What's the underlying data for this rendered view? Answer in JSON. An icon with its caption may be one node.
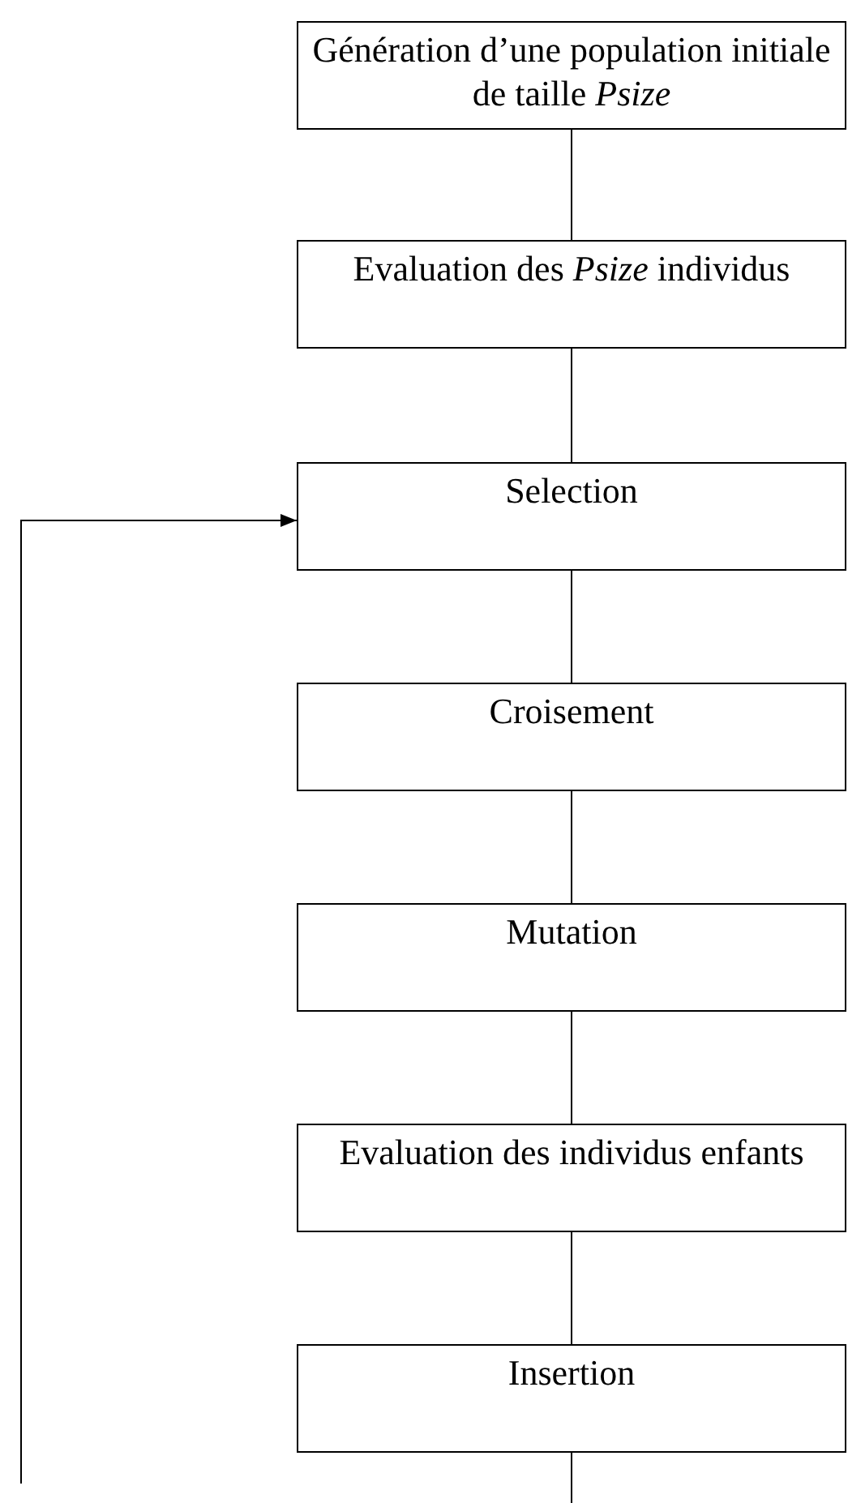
{
  "diagram": {
    "nodes": [
      {
        "text": [
          "Génération d’une population initiale de taille *Psize*"
        ]
      },
      {
        "text": [
          "Evaluation des *Psize* individus"
        ]
      },
      {
        "text": [
          "Selection"
        ]
      },
      {
        "text": [
          "Croisement"
        ]
      },
      {
        "text": [
          "Mutation"
        ]
      },
      {
        "text": [
          "Evaluation des individus enfants"
        ]
      },
      {
        "text": [
          "Insertion"
        ]
      }
    ],
    "edges": [
      {
        "from": 0,
        "to": 1,
        "arrow": "none"
      },
      {
        "from": 1,
        "to": 2,
        "arrow": "none"
      },
      {
        "from": 2,
        "to": 3,
        "arrow": "none"
      },
      {
        "from": 3,
        "to": 4,
        "arrow": "none"
      },
      {
        "from": 4,
        "to": 5,
        "arrow": "none"
      },
      {
        "from": 5,
        "to": 6,
        "arrow": "none"
      },
      {
        "from": 6,
        "to": null,
        "arrow": "none"
      },
      {
        "from": null,
        "to": 2,
        "arrow": "to"
      }
    ]
  }
}
